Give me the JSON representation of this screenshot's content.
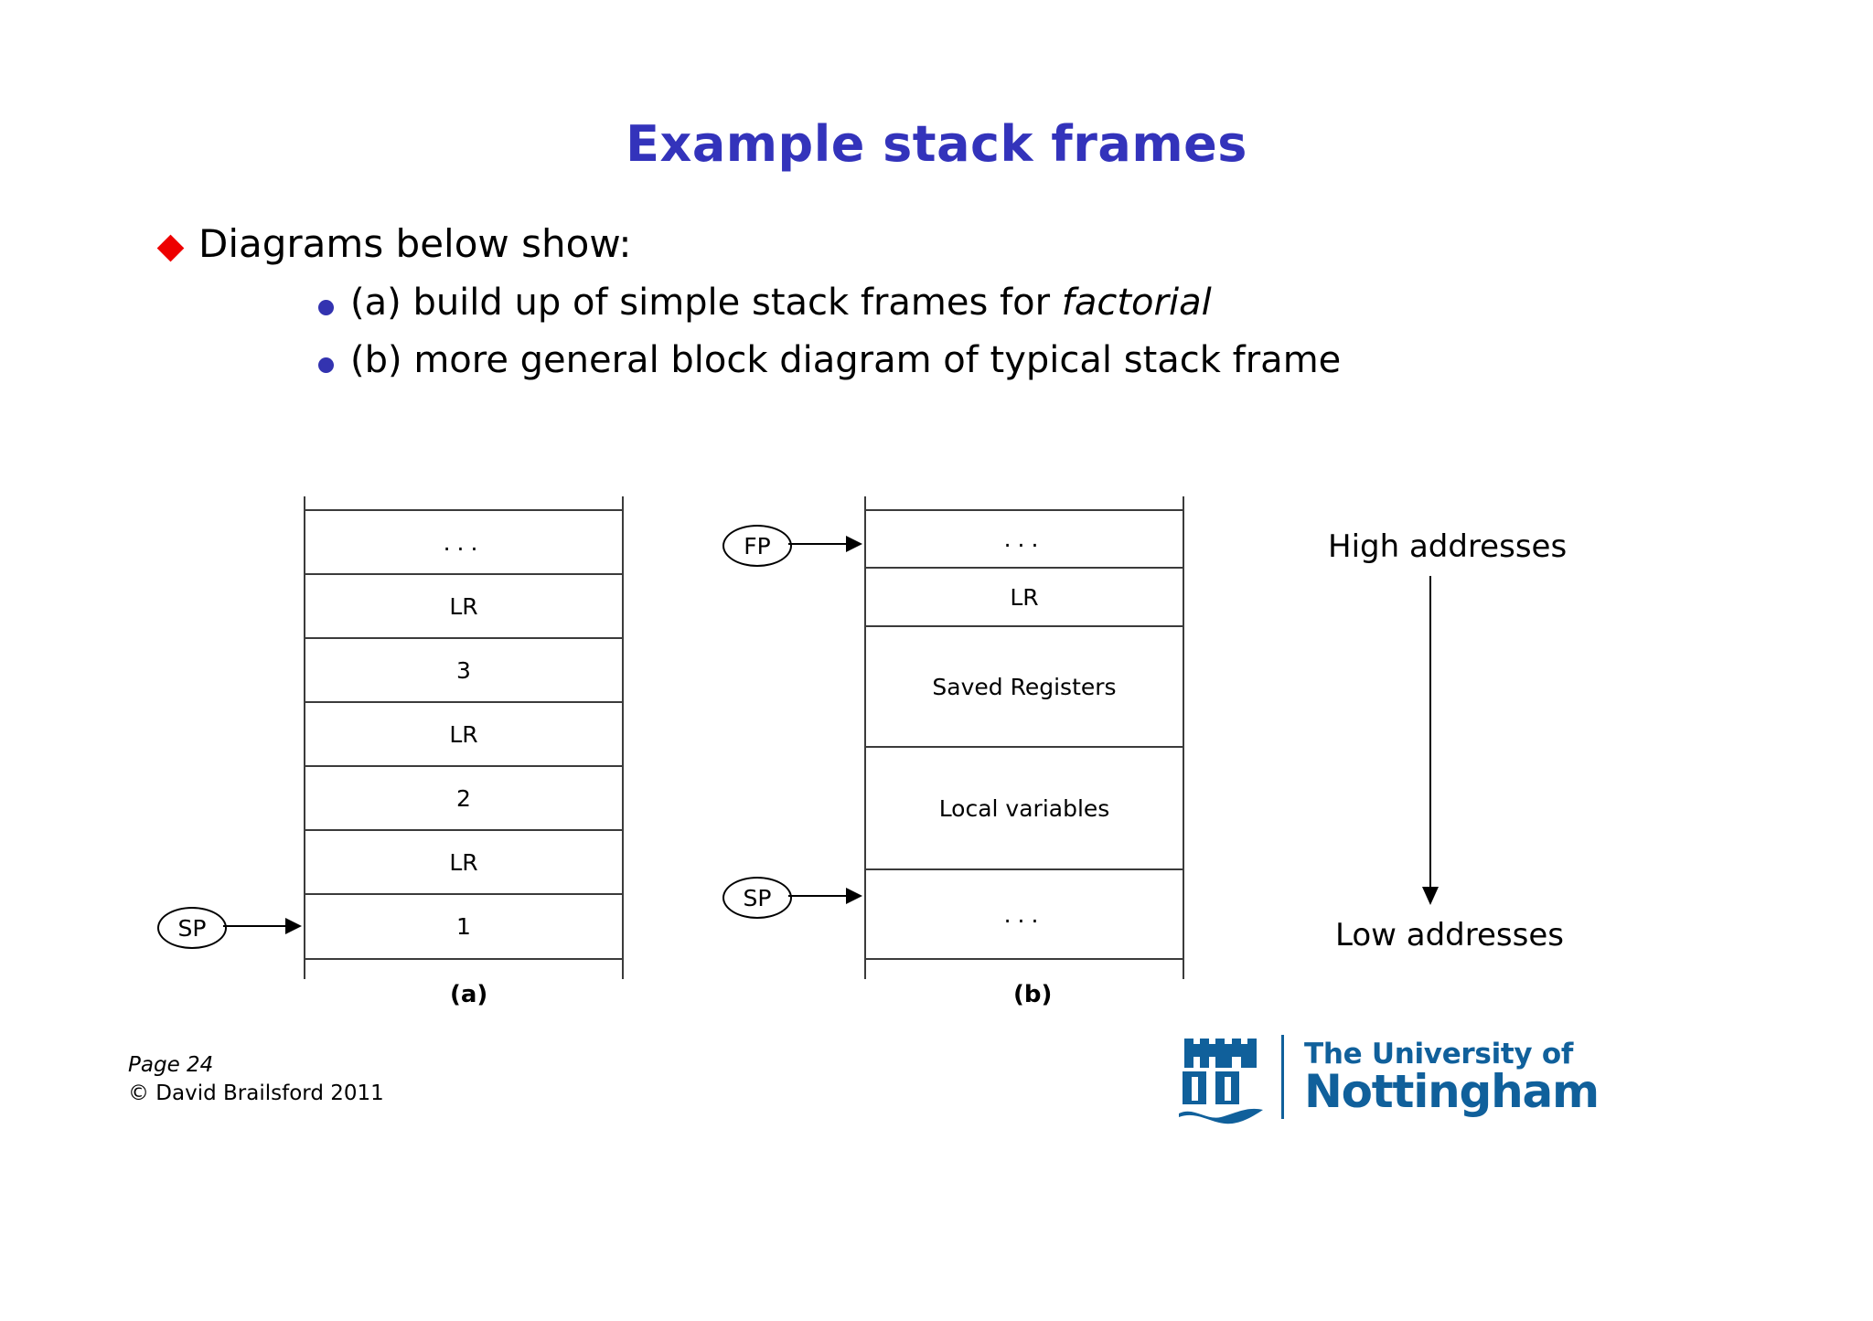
{
  "slide": {
    "title": "Example stack frames",
    "title_color": "#3333bb",
    "background": "#ffffff"
  },
  "bullets": {
    "level1": {
      "marker": "diamond-bullet",
      "marker_color": "#ee0000",
      "text": "Diagrams below show:"
    },
    "level2": [
      {
        "marker": "round-bullet",
        "marker_color": "#3333b0",
        "text_before": "(a) build up of simple stack frames for ",
        "text_italic": "factorial",
        "text_after": ""
      },
      {
        "marker": "round-bullet",
        "marker_color": "#3333b0",
        "text_before": "(b) more general block diagram of typical stack frame",
        "text_italic": "",
        "text_after": ""
      }
    ]
  },
  "diagram_a": {
    "caption": "(a)",
    "rows": [
      {
        "label": "..."
      },
      {
        "label": "LR"
      },
      {
        "label": "3"
      },
      {
        "label": "LR"
      },
      {
        "label": "2"
      },
      {
        "label": "LR"
      },
      {
        "label": "1"
      }
    ],
    "pointers": [
      {
        "name": "SP",
        "label": "SP",
        "target_row_index": 6
      }
    ]
  },
  "diagram_b": {
    "caption": "(b)",
    "rows": [
      {
        "label": "..."
      },
      {
        "label": "LR"
      },
      {
        "label": "Saved Registers"
      },
      {
        "label": "Local variables"
      },
      {
        "label": "..."
      }
    ],
    "pointers": [
      {
        "name": "FP",
        "label": "FP",
        "target_row_index": 0
      },
      {
        "name": "SP",
        "label": "SP",
        "target_row_index": 4
      }
    ]
  },
  "address_axis": {
    "top_label": "High addresses",
    "bottom_label": "Low addresses",
    "direction": "downward"
  },
  "footer": {
    "page": "Page 24",
    "copyright": "© David Brailsford 2011"
  },
  "logo": {
    "name": "university-of-nottingham-logo",
    "color": "#10609b",
    "line1": "The University of",
    "line2": "Nottingham"
  }
}
